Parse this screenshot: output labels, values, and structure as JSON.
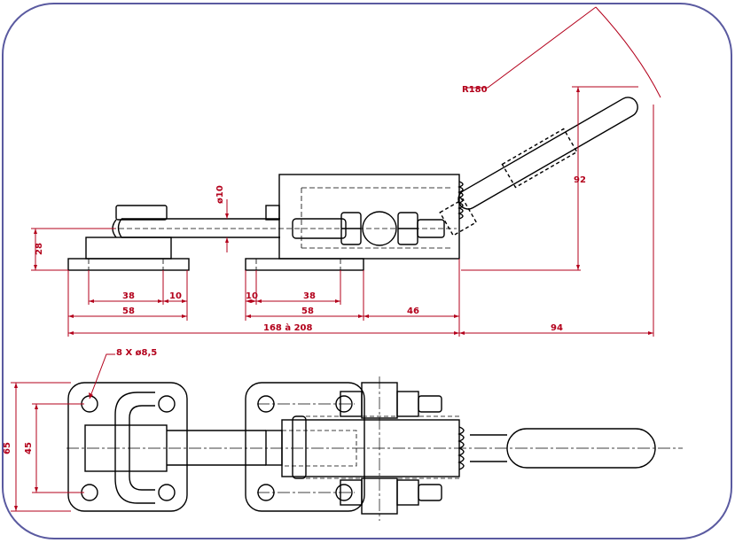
{
  "colors": {
    "frame": "#5a5aa0",
    "outline": "#000000",
    "dimension": "#b3001b",
    "hidden": "#000000"
  },
  "labels": {
    "radius": "R180",
    "diameter": "ø10",
    "height_28": "28",
    "height_92": "92",
    "d38_left": "38",
    "d10_left": "10",
    "d58_left": "58",
    "d10_mid": "10",
    "d38_mid": "38",
    "d58_mid": "58",
    "d46": "46",
    "overall": "168 à 208",
    "d94": "94",
    "holes": "8 X ø8,5",
    "height_65": "65",
    "height_45": "45"
  }
}
